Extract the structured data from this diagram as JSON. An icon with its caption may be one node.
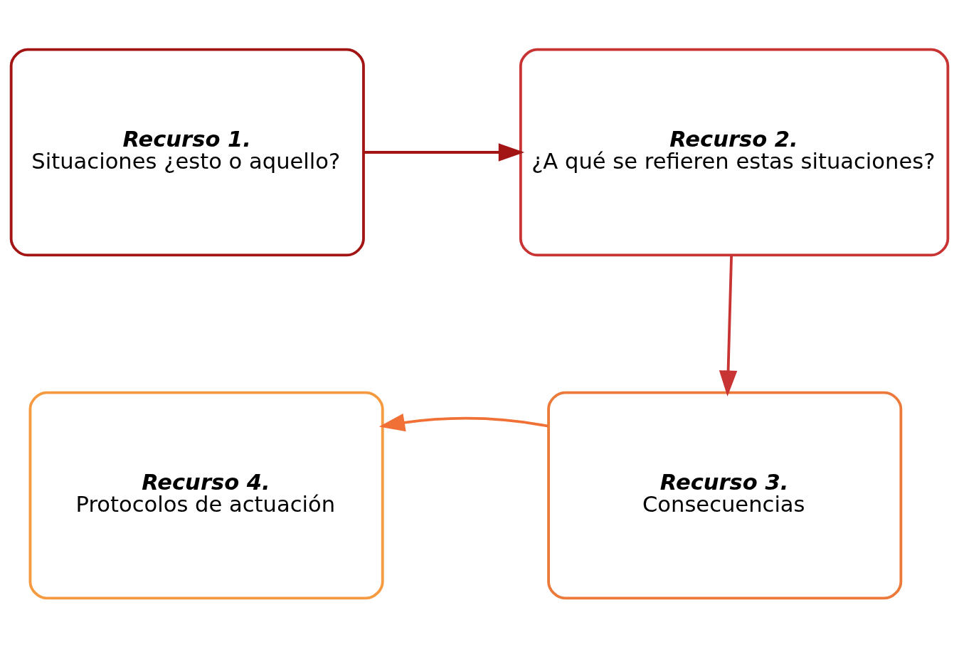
{
  "diagram": {
    "nodes": [
      {
        "text": [
          "Recurso 1.",
          "Situaciones ¿esto o aquello?"
        ]
      },
      {
        "text": [
          "Recurso 2.",
          "¿A qué se refieren estas situaciones?"
        ]
      },
      {
        "text": [
          "Recurso 3.",
          "Consecuencias"
        ]
      },
      {
        "text": [
          "Recurso 4.",
          "Protocolos de actuación"
        ]
      }
    ],
    "edges": [
      {
        "from": 0,
        "to": 1,
        "arrow": "to",
        "color": "#a31515"
      },
      {
        "from": 1,
        "to": 2,
        "arrow": "to",
        "color": "#c83434"
      },
      {
        "from": 2,
        "to": 3,
        "arrow": "to",
        "color": "#f07036"
      }
    ]
  }
}
